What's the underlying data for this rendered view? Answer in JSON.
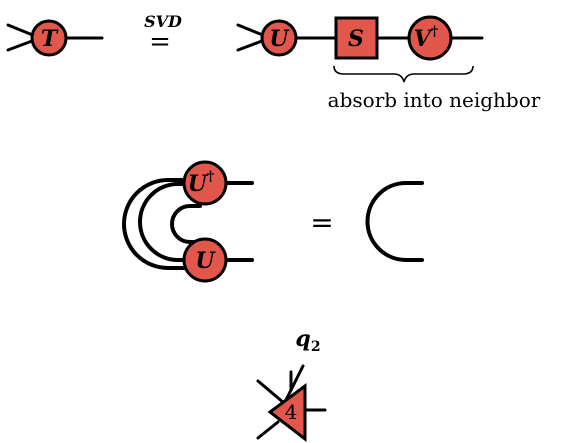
{
  "colors": {
    "fill": "#e2574c",
    "stroke": "#000000",
    "background": "#ffffff"
  },
  "row1": {
    "t_label": "T",
    "svd_label": "SVD",
    "equals": "=",
    "u_label": "U",
    "s_label": "S",
    "v_label": "V",
    "dagger": "†",
    "annotation": "absorb into neighbor"
  },
  "row2": {
    "udag_label": "U",
    "dagger": "†",
    "u_label": "U",
    "equals": "="
  },
  "row3": {
    "q_label": "q",
    "q_subscript": "2",
    "node_label": "4"
  }
}
